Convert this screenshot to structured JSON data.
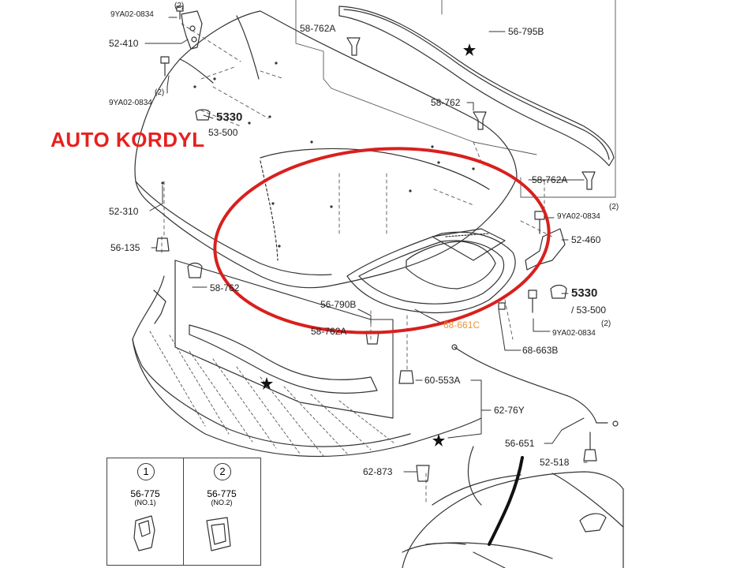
{
  "watermark": "AUTO KORDYL",
  "labels": {
    "l_9ya_top": "9YA02-0834",
    "l_9ya_top_qty": "(2)",
    "l_52410": "52-410",
    "l_9ya_left": "9YA02-0834",
    "l_9ya_left_qty": "(2)",
    "l_5330_top": "5330",
    "l_53500_top": "53-500",
    "l_52310": "52-310",
    "l_56135": "56-135",
    "l_58762_left": "58-762",
    "l_58762a_top": "58-762A",
    "l_56795b": "56-795B",
    "l_58762_mid": "58-762",
    "l_58762a_right": "58-762A",
    "l_9ya_right": "9YA02-0834",
    "l_9ya_right_qty": "(2)",
    "l_52460": "52-460",
    "l_5330_right": "5330",
    "l_53500_right": "/ 53-500",
    "l_9ya_right2": "9YA02-0834",
    "l_9ya_right2_qty": "(2)",
    "l_56790b": "56-790B",
    "l_58762a_mid": "58-762A",
    "l_68661c": "68-661C",
    "l_68663b": "68-663B",
    "l_60553a": "60-553A",
    "l_6276y": "62-76Y",
    "l_56651": "56-651",
    "l_52518": "52-518",
    "l_62873": "62-873"
  },
  "legend": [
    {
      "num": "1",
      "code": "56-775",
      "sub": "(NO.1)"
    },
    {
      "num": "2",
      "code": "56-775",
      "sub": "(NO.2)"
    }
  ],
  "colors": {
    "line": "#333333",
    "highlight_ellipse": "#d8201e",
    "watermark": "#e8201e",
    "orange_label": "#e6953a"
  }
}
